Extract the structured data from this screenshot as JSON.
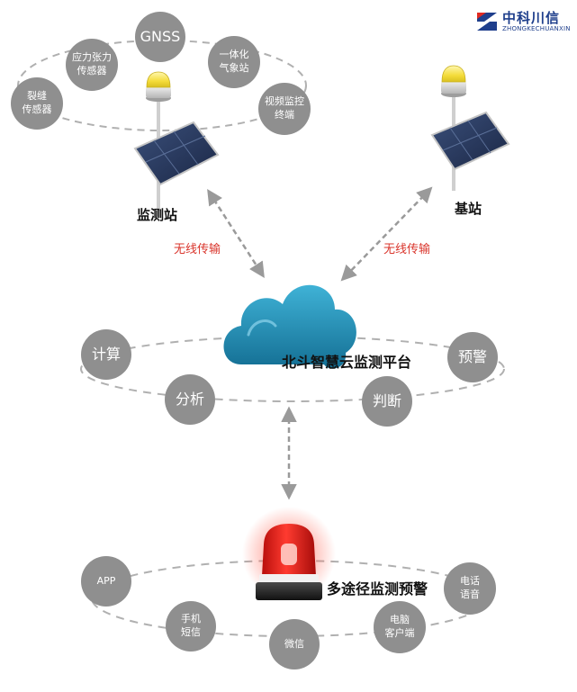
{
  "brand": {
    "name": "中科川信",
    "sub": "ZHONGKECHUANXIN"
  },
  "monitoring_station": {
    "label": "监测站",
    "sensors": [
      "GNSS",
      "应力张力\n传感器",
      "一体化\n气象站",
      "裂缝\n传感器",
      "视频监控\n终端"
    ]
  },
  "base_station": {
    "label": "基站"
  },
  "links": {
    "left": "无线传输",
    "right": "无线传输"
  },
  "platform": {
    "label": "北斗智慧云监测平台",
    "functions": [
      "计算",
      "预警",
      "分析",
      "判断"
    ]
  },
  "warning": {
    "label": "多途径监测预警",
    "channels": [
      "APP",
      "电话\n语音",
      "手机\n短信",
      "微信",
      "电脑\n客户端"
    ]
  },
  "colors": {
    "node_gray": "#8f8f8f",
    "dash_gray": "#b0b0b0",
    "cloud_blue": "#1f86ad",
    "alarm_red": "#e0201c",
    "text_red": "#d9342b",
    "brand_blue": "#1f3f8c"
  }
}
